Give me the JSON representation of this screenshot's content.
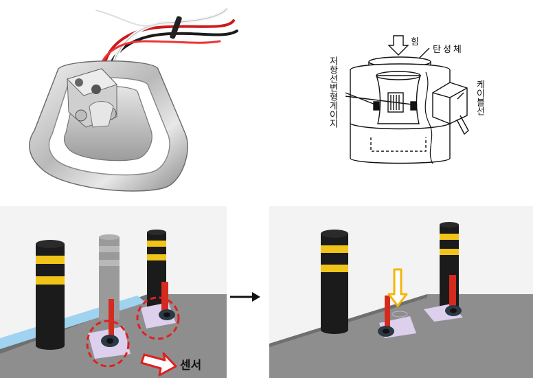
{
  "diagram": {
    "strain_gauge_labels": {
      "force": "힘",
      "elastic_body": "탄성체",
      "strain_gauge": "저항선변형게이지",
      "cable": "케이블선"
    },
    "sensor_label": "센서",
    "colors": {
      "bollard_black": "#1b1b1b",
      "bollard_yellow": "#f0c419",
      "bollard_gray": "#9a9a9a",
      "flap_red": "#d52b1e",
      "pad_lavender": "#dcd0ec",
      "ground_gray": "#8e8e8e",
      "water_blue": "#9fd3ef",
      "highlight_red": "#e02020",
      "force_arrow_yellow": "#f2b705"
    }
  }
}
